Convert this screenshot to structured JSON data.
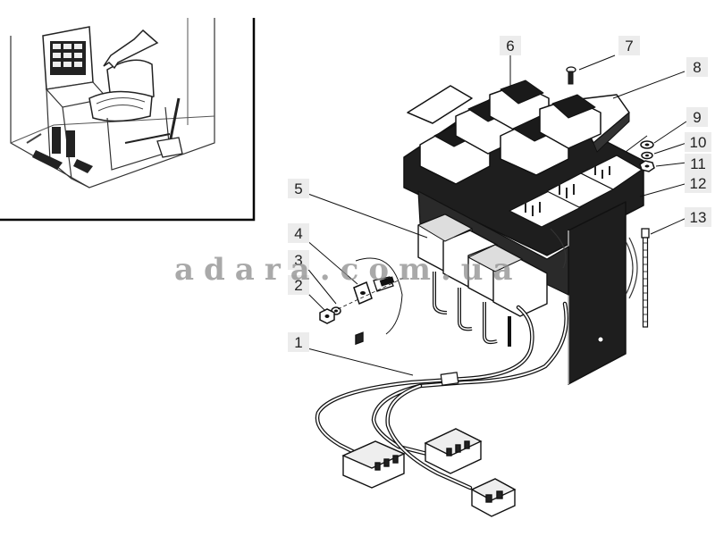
{
  "watermark": "adara.com.ua",
  "callouts": [
    {
      "id": "c1",
      "label": "1"
    },
    {
      "id": "c2",
      "label": "2"
    },
    {
      "id": "c3",
      "label": "3"
    },
    {
      "id": "c4",
      "label": "4"
    },
    {
      "id": "c5",
      "label": "5"
    },
    {
      "id": "c6",
      "label": "6"
    },
    {
      "id": "c7",
      "label": "7"
    },
    {
      "id": "c8",
      "label": "8"
    },
    {
      "id": "c9",
      "label": "9"
    },
    {
      "id": "c10",
      "label": "10"
    },
    {
      "id": "c11",
      "label": "11"
    },
    {
      "id": "c12",
      "label": "12"
    },
    {
      "id": "c13",
      "label": "13"
    }
  ]
}
